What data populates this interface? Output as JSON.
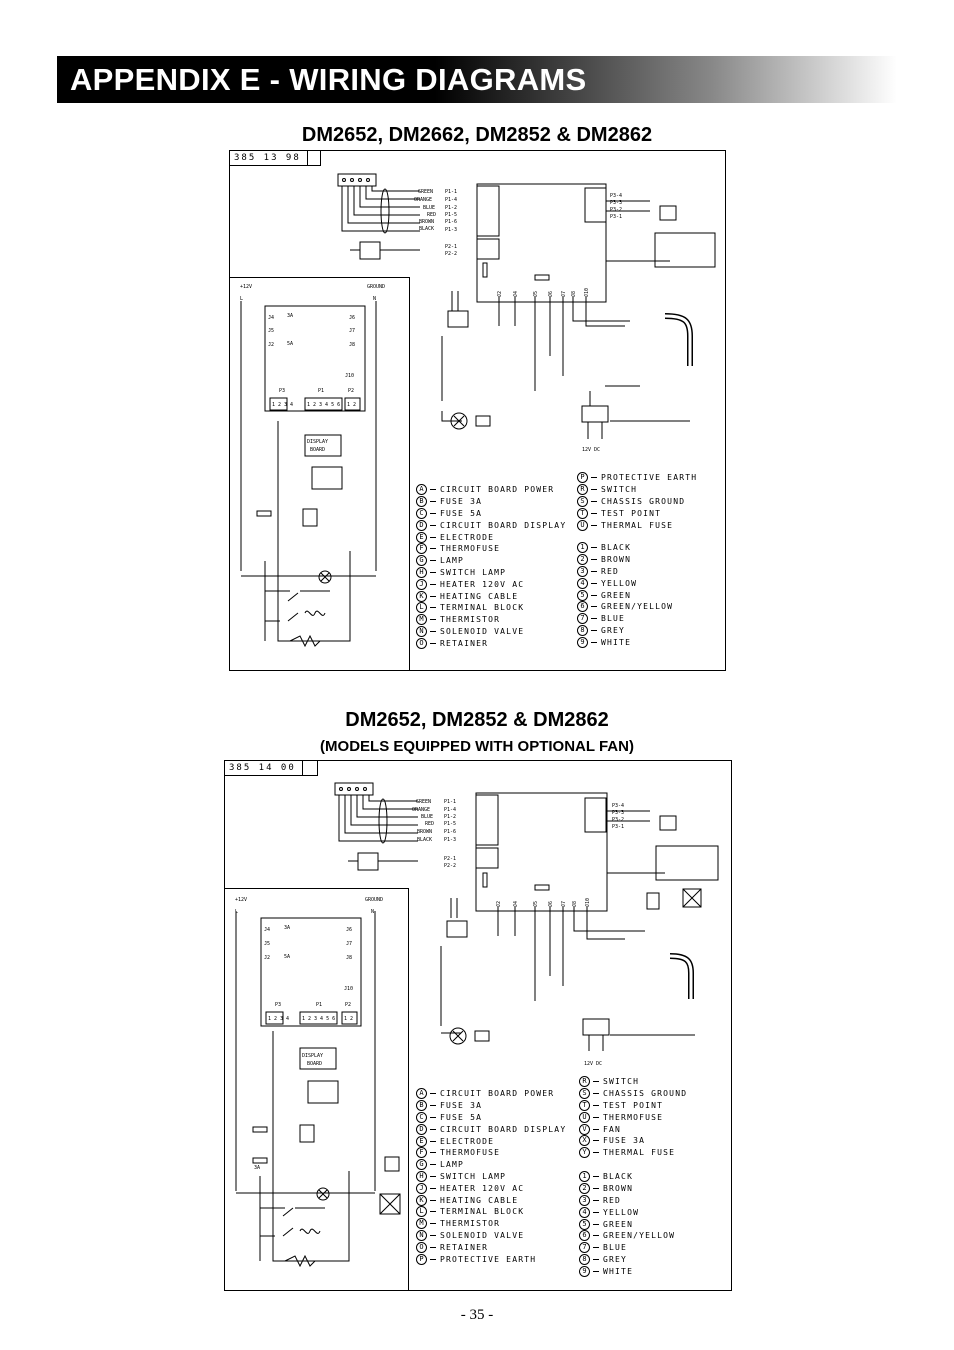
{
  "page": {
    "banner": "APPENDIX E - WIRING DIAGRAMS",
    "page_number": "- 35 -"
  },
  "diagram1": {
    "title": "DM2652, DM2662, DM2852 & DM2862",
    "part_no": "385  13  98",
    "wire_labels": [
      "GREEN",
      "ORANGE",
      "BLUE",
      "RED",
      "BROWN",
      "BLACK"
    ],
    "pins_p1": [
      "P1-1",
      "P1-4",
      "P1-2",
      "P1-5",
      "P1-6",
      "P1-3"
    ],
    "pins_p2": [
      "P2-1",
      "P2-2"
    ],
    "pins_p3": [
      "P3-4",
      "P3-3",
      "P3-2",
      "P3-1"
    ],
    "j_labels": [
      "J2",
      "J4",
      "J5",
      "J6",
      "J7",
      "J8",
      "J10"
    ],
    "plus12v": "+12V",
    "ground": "GROUND",
    "l": "L",
    "n": "N",
    "board_left": [
      "J4",
      "J5",
      "J2"
    ],
    "board_right": [
      "J6",
      "J7",
      "J8",
      "J10"
    ],
    "fuse3": "3A",
    "fuse5": "5A",
    "p3": "P3",
    "p1": "P1",
    "p2": "P2",
    "pins_a": "1 2 3 4",
    "pins_b": "1 2 3 4 5 6",
    "pins_c": "1 2",
    "display_board": "DISPLAY",
    "display_board2": "BOARD",
    "dc": "12V  DC",
    "legend_letters": [
      {
        "k": "A",
        "v": "CIRCUIT BOARD POWER"
      },
      {
        "k": "B",
        "v": "FUSE 3A"
      },
      {
        "k": "C",
        "v": "FUSE 5A"
      },
      {
        "k": "D",
        "v": "CIRCUIT BOARD DISPLAY"
      },
      {
        "k": "E",
        "v": "ELECTRODE"
      },
      {
        "k": "F",
        "v": "THERMOFUSE"
      },
      {
        "k": "G",
        "v": "LAMP"
      },
      {
        "k": "H",
        "v": "SWITCH LAMP"
      },
      {
        "k": "J",
        "v": "HEATER 120V AC"
      },
      {
        "k": "K",
        "v": "HEATING CABLE"
      },
      {
        "k": "L",
        "v": "TERMINAL BLOCK"
      },
      {
        "k": "M",
        "v": "THERMISTOR"
      },
      {
        "k": "N",
        "v": "SOLENOID VALVE"
      },
      {
        "k": "O",
        "v": "RETAINER"
      }
    ],
    "legend_letters2": [
      {
        "k": "P",
        "v": "PROTECTIVE EARTH"
      },
      {
        "k": "R",
        "v": "SWITCH"
      },
      {
        "k": "S",
        "v": "CHASSIS GROUND"
      },
      {
        "k": "T",
        "v": "TEST POINT"
      },
      {
        "k": "U",
        "v": "THERMAL FUSE"
      }
    ],
    "legend_colors": [
      {
        "k": "1",
        "v": "BLACK"
      },
      {
        "k": "2",
        "v": "BROWN"
      },
      {
        "k": "3",
        "v": "RED"
      },
      {
        "k": "4",
        "v": "YELLOW"
      },
      {
        "k": "5",
        "v": "GREEN"
      },
      {
        "k": "6",
        "v": "GREEN/YELLOW"
      },
      {
        "k": "7",
        "v": "BLUE"
      },
      {
        "k": "8",
        "v": "GREY"
      },
      {
        "k": "9",
        "v": "WHITE"
      }
    ]
  },
  "diagram2": {
    "title": "DM2652, DM2852 & DM2862",
    "subtitle": "(MODELS EQUIPPED WITH OPTIONAL FAN)",
    "part_no": "385  14  00",
    "legend_letters": [
      {
        "k": "A",
        "v": "CIRCUIT BOARD POWER"
      },
      {
        "k": "B",
        "v": "FUSE 3A"
      },
      {
        "k": "C",
        "v": "FUSE 5A"
      },
      {
        "k": "D",
        "v": "CIRCUIT BOARD DISPLAY"
      },
      {
        "k": "E",
        "v": "ELECTRODE"
      },
      {
        "k": "F",
        "v": "THERMOFUSE"
      },
      {
        "k": "G",
        "v": "LAMP"
      },
      {
        "k": "H",
        "v": "SWITCH LAMP"
      },
      {
        "k": "J",
        "v": "HEATER 120V AC"
      },
      {
        "k": "K",
        "v": "HEATING CABLE"
      },
      {
        "k": "L",
        "v": "TERMINAL BLOCK"
      },
      {
        "k": "M",
        "v": "THERMISTOR"
      },
      {
        "k": "N",
        "v": "SOLENOID VALVE"
      },
      {
        "k": "O",
        "v": "RETAINER"
      },
      {
        "k": "P",
        "v": "PROTECTIVE EARTH"
      }
    ],
    "legend_letters2": [
      {
        "k": "R",
        "v": "SWITCH"
      },
      {
        "k": "S",
        "v": "CHASSIS GROUND"
      },
      {
        "k": "T",
        "v": "TEST POINT"
      },
      {
        "k": "U",
        "v": "THERMOFUSE"
      },
      {
        "k": "V",
        "v": "FAN"
      },
      {
        "k": "X",
        "v": "FUSE 3A"
      },
      {
        "k": "Y",
        "v": "THERMAL FUSE"
      }
    ],
    "legend_colors": [
      {
        "k": "1",
        "v": "BLACK"
      },
      {
        "k": "2",
        "v": "BROWN"
      },
      {
        "k": "3",
        "v": "RED"
      },
      {
        "k": "4",
        "v": "YELLOW"
      },
      {
        "k": "5",
        "v": "GREEN"
      },
      {
        "k": "6",
        "v": "GREEN/YELLOW"
      },
      {
        "k": "7",
        "v": "BLUE"
      },
      {
        "k": "8",
        "v": "GREY"
      },
      {
        "k": "9",
        "v": "WHITE"
      }
    ],
    "fuse_extra": "3A"
  }
}
